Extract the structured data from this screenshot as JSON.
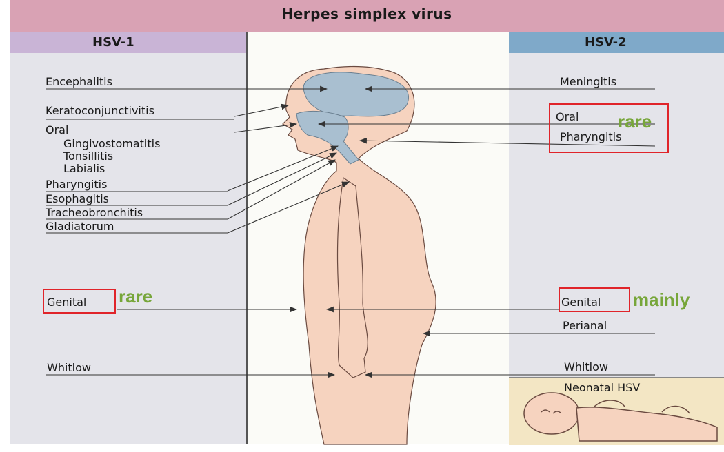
{
  "title": "Herpes simplex virus",
  "columns": {
    "left_header": "HSV-1",
    "right_header": "HSV-2"
  },
  "hsv1": {
    "items": [
      "Encephalitis",
      "Keratoconjunctivitis",
      "Oral"
    ],
    "oral_sub": [
      "Gingivostomatitis",
      "Tonsillitis",
      "Labialis"
    ],
    "items2": [
      "Pharyngitis",
      "Esophagitis",
      "Tracheobronchitis",
      "Gladiatorum"
    ],
    "genital": "Genital",
    "genital_note": "rare",
    "whitlow": "Whitlow"
  },
  "hsv2": {
    "meningitis": "Meningitis",
    "oral": "Oral",
    "pharyngitis": "Pharyngitis",
    "oral_note": "rare",
    "genital": "Genital",
    "genital_note": "mainly",
    "perianal": "Perianal",
    "whitlow": "Whitlow",
    "neonatal": "Neonatal HSV"
  },
  "colors": {
    "title_bar": "#d9a2b4",
    "hsv1_header": "#c9b4d6",
    "hsv2_header": "#7fa9c9",
    "side_panel": "#e4e4ea",
    "center_panel": "#fbfbf7",
    "body_skin": "#f6d3bf",
    "organ_blue": "#a9bfd0",
    "neonatal_panel": "#f3e6c4",
    "highlight_box": "#e0242a",
    "note_text": "#77a63a"
  }
}
